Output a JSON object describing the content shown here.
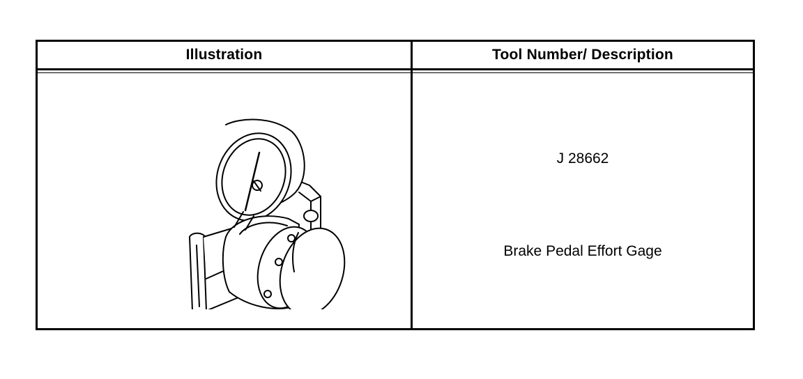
{
  "table": {
    "headers": {
      "illustration": "Illustration",
      "tool": "Tool Number/ Description"
    },
    "rows": [
      {
        "illustration_icon": "brake-pedal-effort-gage-icon",
        "tool_number": "J 28662",
        "description": "Brake Pedal Effort Gage"
      }
    ]
  }
}
